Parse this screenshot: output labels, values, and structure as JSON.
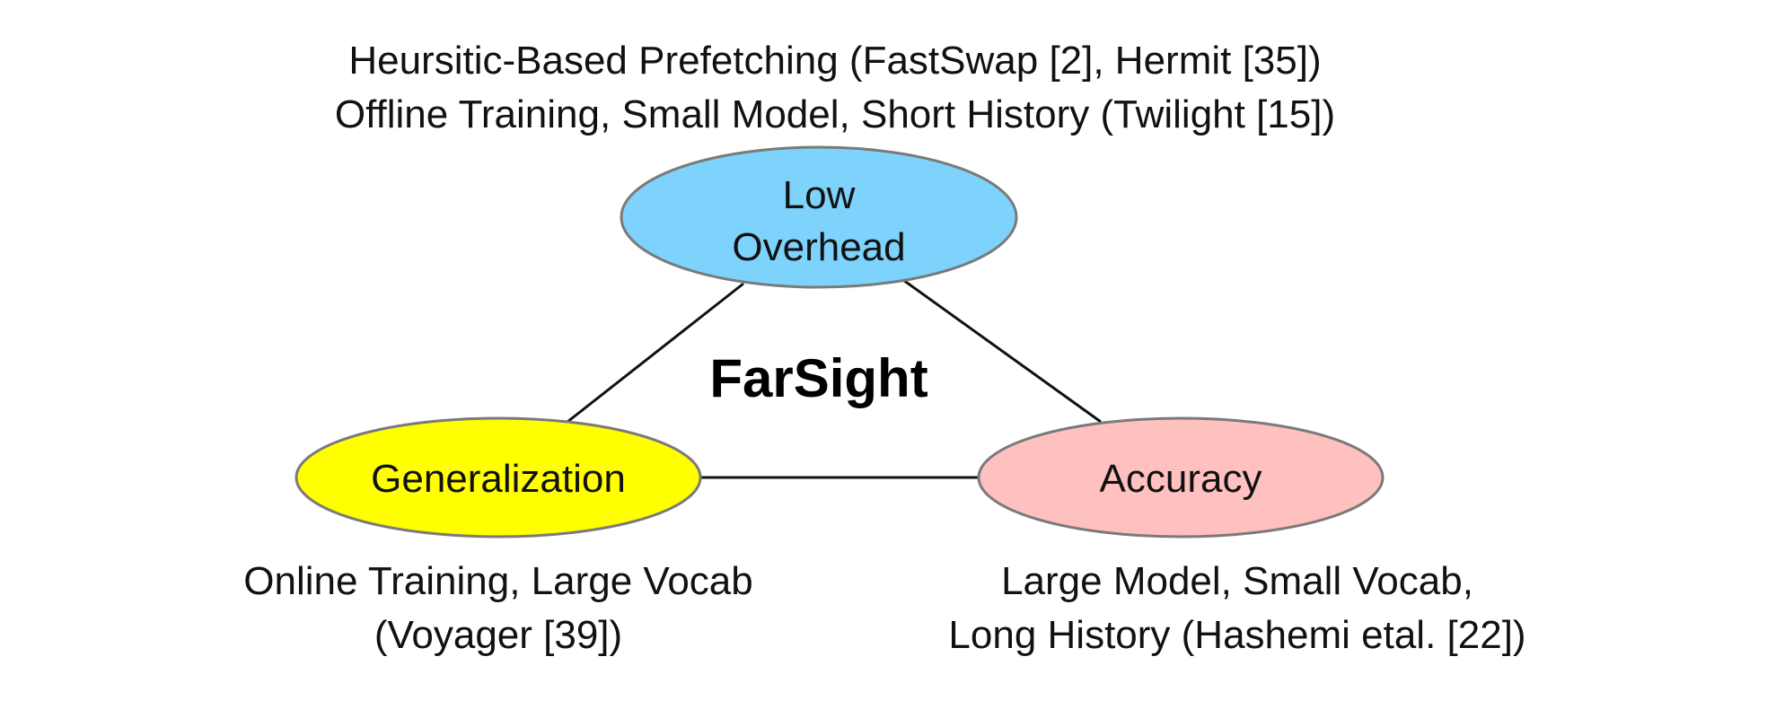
{
  "center": {
    "title": "FarSight"
  },
  "nodes": {
    "low_overhead": {
      "line1": "Low",
      "line2": "Overhead",
      "color": "#7dd3fc"
    },
    "generalization": {
      "label": "Generalization",
      "color": "#ffff00"
    },
    "accuracy": {
      "label": "Accuracy",
      "color": "#ffc0c0"
    }
  },
  "captions": {
    "top": {
      "line1": "Heursitic-Based Prefetching (FastSwap [2], Hermit [35])",
      "line2": "Offline Training, Small Model, Short History (Twilight [15])"
    },
    "bottom_left": {
      "line1": "Online Training, Large Vocab",
      "line2": "(Voyager [39])"
    },
    "bottom_right": {
      "line1": "Large Model, Small Vocab,",
      "line2": "Long History (Hashemi etal. [22])"
    }
  }
}
